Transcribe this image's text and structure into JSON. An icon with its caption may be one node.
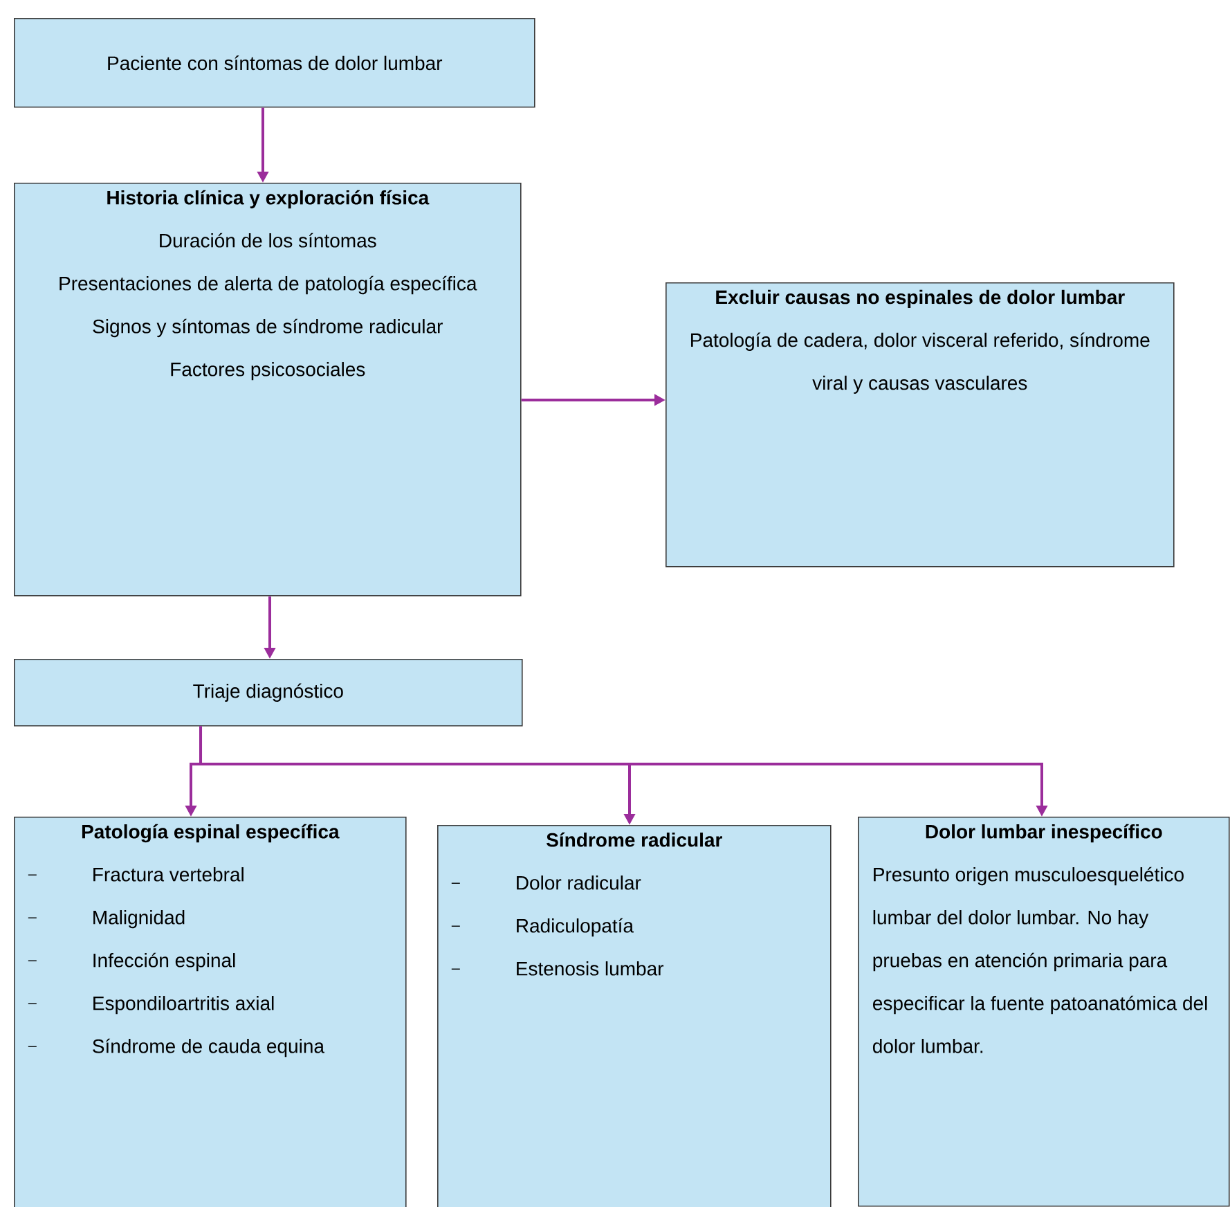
{
  "diagram": {
    "nodes": [
      {
        "text": [
          "Paciente con síntomas de dolor lumbar"
        ]
      },
      {
        "text": [
          "Historia clínica y exploración física",
          "Duración de los síntomas",
          "Presentaciones de alerta de patología específica",
          "Signos y síntomas de síndrome radicular",
          "Factores psicosociales"
        ]
      },
      {
        "text": [
          "Excluir causas no espinales de dolor lumbar",
          "Patología de cadera, dolor visceral referido, síndrome viral y causas vasculares"
        ]
      },
      {
        "text": [
          "Triaje diagnóstico"
        ]
      },
      {
        "text": [
          "Patología espinal específica",
          "Fractura vertebral",
          "Malignidad",
          "Infección espinal",
          "Espondiloartritis axial",
          "Síndrome de cauda equina"
        ]
      },
      {
        "text": [
          "Síndrome radicular",
          "Dolor radicular",
          "Radiculopatía",
          "Estenosis lumbar"
        ]
      },
      {
        "text": [
          "Dolor lumbar inespecífico",
          "Presunto origen musculoesquelético lumbar del dolor lumbar. No hay pruebas en atención primaria para especificar la fuente patoanatómica del dolor lumbar."
        ]
      }
    ],
    "edges": [
      {
        "from": 0,
        "to": 1,
        "arrow": "to"
      },
      {
        "from": 1,
        "to": 2,
        "arrow": "to"
      },
      {
        "from": 1,
        "to": 3,
        "arrow": "to"
      },
      {
        "from": 3,
        "to": 4,
        "arrow": "to"
      },
      {
        "from": 3,
        "to": 5,
        "arrow": "to"
      },
      {
        "from": 3,
        "to": 6,
        "arrow": "to"
      }
    ]
  }
}
